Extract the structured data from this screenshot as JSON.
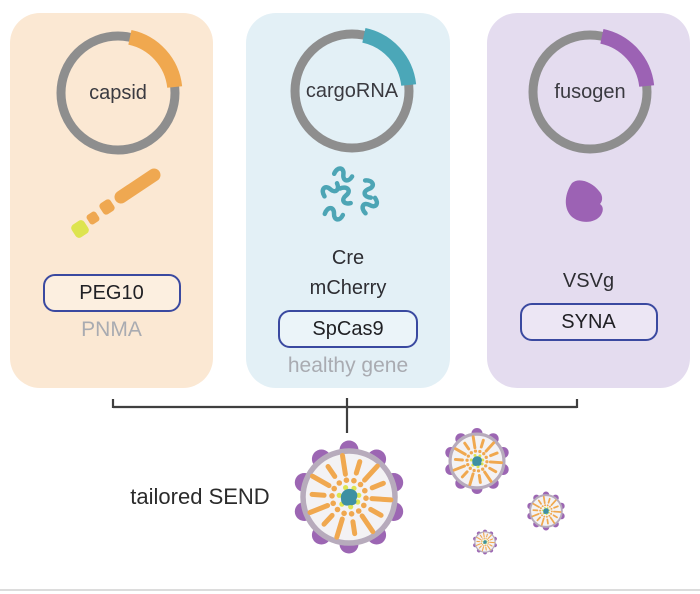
{
  "diagram": {
    "panels": [
      {
        "plasmid_label": "capsid",
        "gene_labels": [],
        "boxed_label": "PEG10",
        "muted_label": "PNMA",
        "accent_color": "#f0a84f",
        "background_color": "#fbe8d3",
        "icon": "capsid-protein-icon"
      },
      {
        "plasmid_label": "cargoRNA",
        "gene_labels": [
          "Cre",
          "mCherry"
        ],
        "boxed_label": "SpCas9",
        "muted_label": "healthy gene",
        "accent_color": "#4ba7b8",
        "background_color": "#e3f0f6",
        "icon": "rna-transcripts-icon"
      },
      {
        "plasmid_label": "fusogen",
        "gene_labels": [
          "VSVg"
        ],
        "boxed_label": "SYNA",
        "muted_label": "",
        "accent_color": "#9c62b4",
        "background_color": "#e4dcef",
        "icon": "fusogen-protein-icon"
      }
    ],
    "result_label": "tailored SEND",
    "colors": {
      "plasmid_ring": "#8e8e8e",
      "box_border": "#3a49a0",
      "dark_text": "#2e2e33",
      "muted_text": "#a9abb1",
      "bracket": "#3f3f3f",
      "capsid_orange": "#f0a84f",
      "capsid_tip_yellow": "#dde44f",
      "rna_teal": "#4da5b5",
      "fusogen_purple": "#9c62b4",
      "particle_membrane_ring": "#b7abbc",
      "particle_interior": "#f3f2f4",
      "particle_fusogen_bumps": "#9c66b3",
      "particle_capsid_rays": "#f0a84f",
      "particle_inner_dots": "#dde44f",
      "particle_cargo_center": "#3e90a2"
    }
  }
}
